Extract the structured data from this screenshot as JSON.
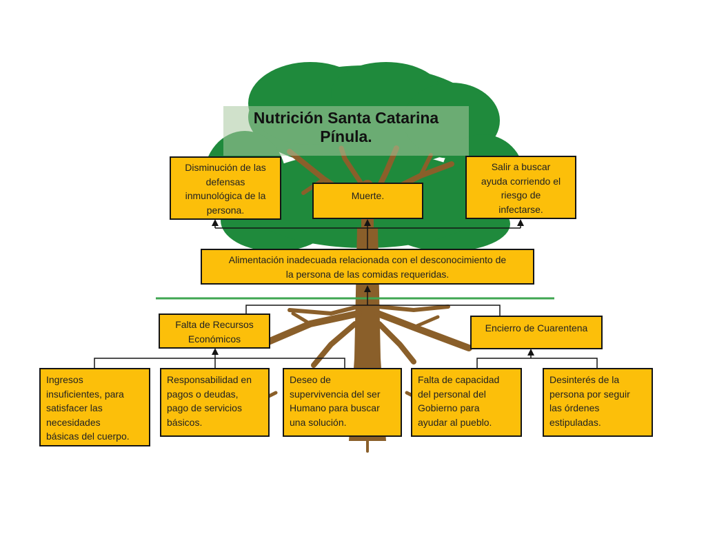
{
  "title": "Nutrición Santa Catarina Pínula.",
  "title_lines": [
    "Nutrición Santa Catarina",
    "Pínula."
  ],
  "colors": {
    "box_fill": "#fcbf0a",
    "box_border": "#141414",
    "canopy": "#1f8a3c",
    "trunk": "#8a5f2a",
    "ground_line": "#3fa650",
    "title_band": "#a9c89f"
  },
  "consequences": [
    {
      "id": "defensas",
      "lines": [
        "Disminución de las",
        "defensas",
        "inmunológica de la",
        "persona."
      ]
    },
    {
      "id": "muerte",
      "lines": [
        "Muerte."
      ]
    },
    {
      "id": "salir",
      "lines": [
        "Salir a buscar",
        "ayuda corriendo el",
        "riesgo de",
        "infectarse."
      ]
    }
  ],
  "problem": {
    "lines": [
      "Alimentación inadecuada relacionada con el desconocimiento de",
      "la persona de las comidas requeridas."
    ]
  },
  "causes": [
    {
      "id": "recursos",
      "lines": [
        "Falta de Recursos",
        "Económicos"
      ]
    },
    {
      "id": "cuarentena",
      "lines": [
        "Encierro de Cuarentena"
      ]
    }
  ],
  "sub_causes": [
    {
      "id": "ingresos",
      "lines": [
        "Ingresos",
        "insuficientes, para",
        "satisfacer las",
        "necesidades",
        "básicas del cuerpo."
      ]
    },
    {
      "id": "responsabilidad",
      "lines": [
        "Responsabilidad en",
        "pagos o deudas,",
        "pago de servicios",
        "básicos."
      ]
    },
    {
      "id": "deseo",
      "lines": [
        "Deseo de",
        "supervivencia del ser",
        "Humano para buscar",
        "una solución."
      ]
    },
    {
      "id": "gobierno",
      "lines": [
        "Falta de capacidad",
        "del personal del",
        "Gobierno para",
        "ayudar al pueblo."
      ]
    },
    {
      "id": "desinteres",
      "lines": [
        "Desinterés de la",
        "persona por seguir",
        "las órdenes",
        "estipuladas."
      ]
    }
  ]
}
